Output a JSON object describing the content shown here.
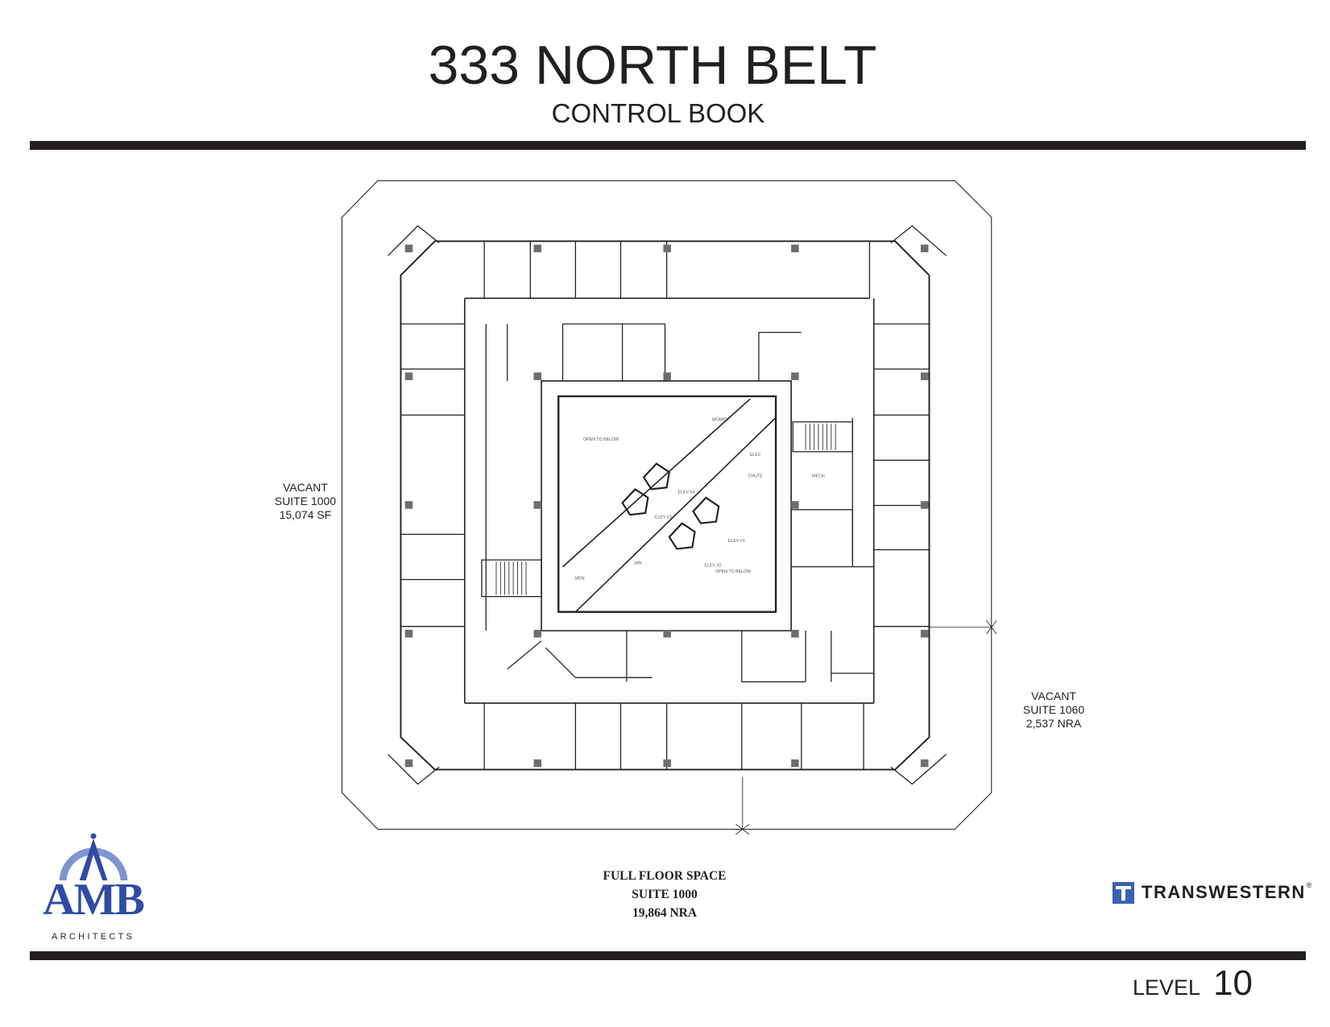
{
  "header": {
    "title": "333 NORTH BELT",
    "subtitle": "CONTROL BOOK"
  },
  "plan": {
    "suite_left": {
      "status": "VACANT",
      "suite": "SUITE 1000",
      "area": "15,074 SF"
    },
    "suite_right": {
      "status": "VACANT",
      "suite": "SUITE 1060",
      "area": "2,537 NRA"
    },
    "full_floor": {
      "title": "FULL FLOOR SPACE",
      "suite": "SUITE 1000",
      "area": "19,864 NRA"
    },
    "room_labels": {
      "open_below_1": "OPEN TO BELOW",
      "open_below_2": "OPEN TO BELOW",
      "women": "WOMEN",
      "men": "MEN",
      "jan": "JAN",
      "elev_4": "ELEV #4",
      "elev_3": "ELEV #3",
      "elev_1": "ELEV #1",
      "elev_2": "ELEV #2",
      "elec": "ELEC",
      "chute": "CHUTE",
      "mech": "MECH"
    },
    "line_color": "#231f20",
    "column_color": "#6d6e71"
  },
  "footer": {
    "architect_logo": {
      "name": "AMB",
      "sub": "ARCHITECTS",
      "color": "#2f4ba3"
    },
    "broker_logo": {
      "name": "TRANSWESTERN",
      "reg": "®",
      "color": "#3a62b0"
    },
    "level_word": "LEVEL",
    "level_number": "10"
  }
}
